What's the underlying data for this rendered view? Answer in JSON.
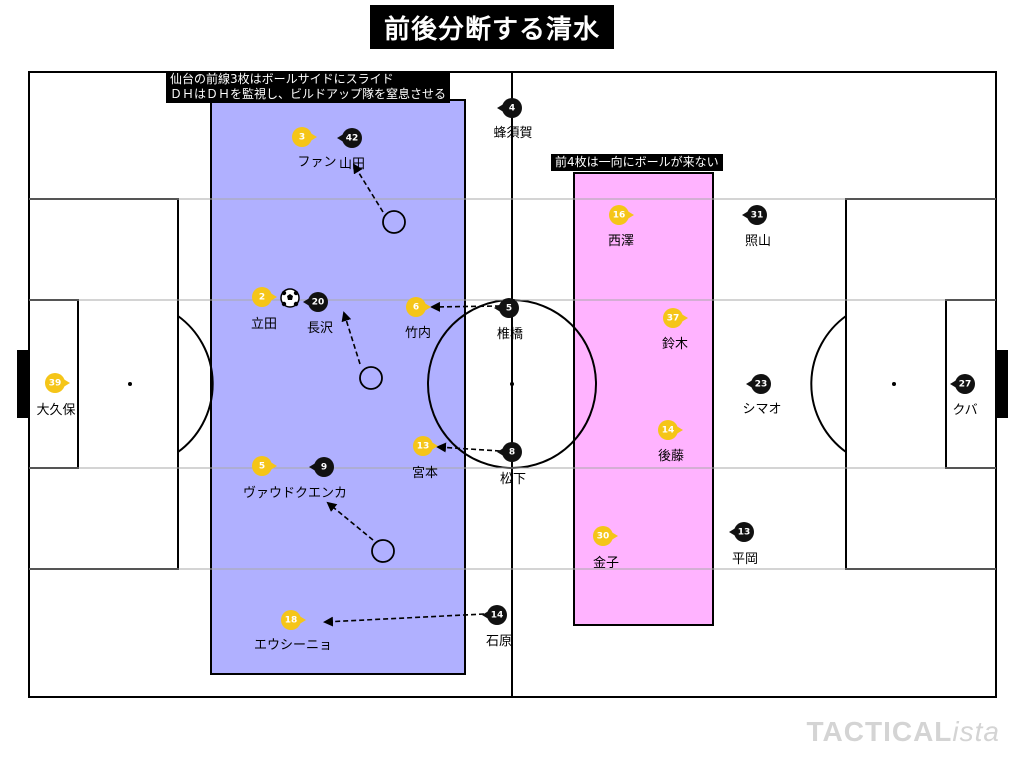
{
  "title": "前後分断する清水",
  "annotations": {
    "left_box": "仙台の前線3枚はボールサイドにスライド\nＤＨはＤＨを監視し、ビルドアップ隊を窒息させる",
    "right_box": "前4枚は一向にボールが来ない"
  },
  "brand": {
    "bold": "TACTICAL",
    "light": "ista"
  },
  "colors": {
    "sendai": "#f5c518",
    "shimizu": "#111111",
    "left_zone": "#b0b0ff",
    "right_zone": "#ffb3ff"
  },
  "players": [
    {
      "team": "sendai",
      "num": "3",
      "name": "ファン"
    },
    {
      "team": "sendai",
      "num": "2",
      "name": "立田"
    },
    {
      "team": "sendai",
      "num": "6",
      "name": "竹内"
    },
    {
      "team": "sendai",
      "num": "13",
      "name": "宮本"
    },
    {
      "team": "sendai",
      "num": "5",
      "name": "ヴァウドクエンカ"
    },
    {
      "team": "sendai",
      "num": "18",
      "name": "エウシーニョ"
    },
    {
      "team": "sendai",
      "num": "39",
      "name": "大久保"
    },
    {
      "team": "sendai",
      "num": "16",
      "name": "西澤"
    },
    {
      "team": "sendai",
      "num": "37",
      "name": "鈴木"
    },
    {
      "team": "sendai",
      "num": "14",
      "name": "後藤"
    },
    {
      "team": "sendai",
      "num": "30",
      "name": "金子"
    },
    {
      "team": "shimizu",
      "num": "42",
      "name": "山田"
    },
    {
      "team": "shimizu",
      "num": "20",
      "name": "長沢"
    },
    {
      "team": "shimizu",
      "num": "9",
      "name": ""
    },
    {
      "team": "shimizu",
      "num": "4",
      "name": "蜂須賀"
    },
    {
      "team": "shimizu",
      "num": "5",
      "name": "椎橋"
    },
    {
      "team": "shimizu",
      "num": "8",
      "name": "松下"
    },
    {
      "team": "shimizu",
      "num": "14",
      "name": "石原"
    },
    {
      "team": "shimizu",
      "num": "31",
      "name": "照山"
    },
    {
      "team": "shimizu",
      "num": "23",
      "name": "シマオ"
    },
    {
      "team": "shimizu",
      "num": "13",
      "name": "平岡"
    },
    {
      "team": "shimizu",
      "num": "27",
      "name": "クバ"
    }
  ]
}
